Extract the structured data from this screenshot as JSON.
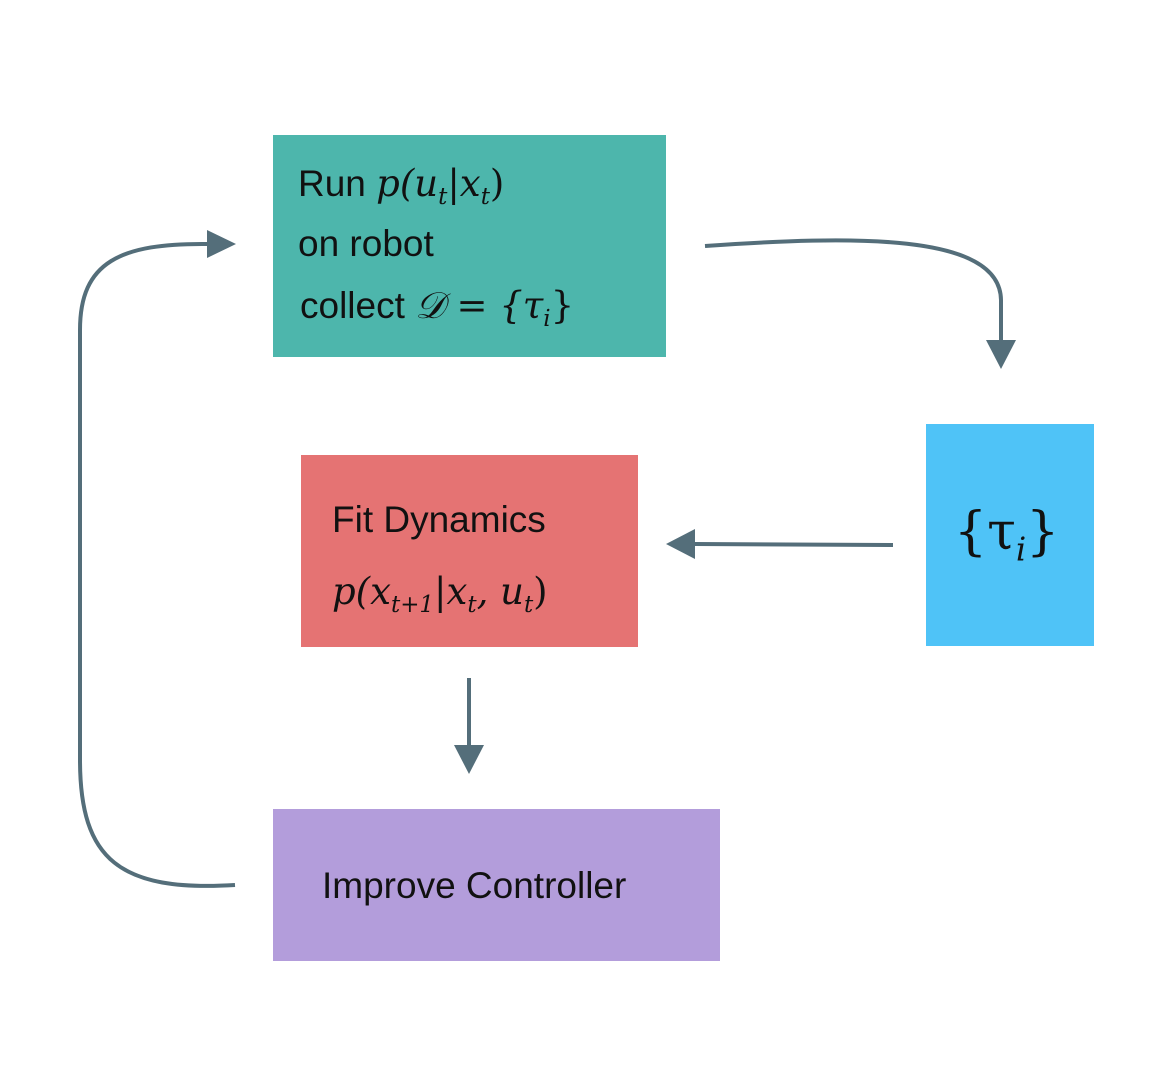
{
  "boxes": {
    "run": {
      "word_run": "Run",
      "policy_math": "p(u",
      "policy_sub": "t",
      "policy_bar": "|x",
      "policy_sub2": "t",
      "policy_close": ")",
      "line2": "on robot",
      "word_collect": "collect",
      "dataset_math": "𝒟 = {τ",
      "dataset_sub": "i",
      "dataset_close": "}",
      "color": "#4db6ac"
    },
    "data": {
      "set_open": "{τ",
      "set_sub": "i",
      "set_close": "}",
      "color": "#4fc3f7"
    },
    "fit": {
      "title": "Fit Dynamics",
      "m1": "p(x",
      "s1": "t+1",
      "m2": "|x",
      "s2": "t",
      "m3": ", u",
      "s3": "t",
      "m4": ")",
      "color": "#e57373"
    },
    "improve": {
      "title": "Improve Controller",
      "color": "#b39ddb"
    }
  },
  "arrow_color": "#546e7a"
}
